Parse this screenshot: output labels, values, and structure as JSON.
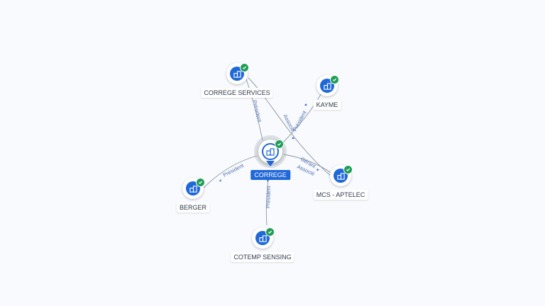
{
  "center": {
    "name": "CORREGE"
  },
  "nodes": [
    {
      "id": "correge-services",
      "name": "CORREGE SERVICES"
    },
    {
      "id": "kayme",
      "name": "KAYME"
    },
    {
      "id": "mcs-aptelec",
      "name": "MCS - APTELEC"
    },
    {
      "id": "berger",
      "name": "BERGER"
    },
    {
      "id": "cotemp-sensing",
      "name": "COTEMP SENSING"
    }
  ],
  "edges": [
    {
      "from": "correge-services",
      "label": "Président"
    },
    {
      "from": "correge-services",
      "label": "Associé"
    },
    {
      "from": "kayme",
      "label": "Président"
    },
    {
      "from": "kayme",
      "label": "Associé"
    },
    {
      "from": "mcs-aptelec",
      "label": "Gérant"
    },
    {
      "from": "berger",
      "label": "Président"
    },
    {
      "from": "cotemp-sensing",
      "label": "Président"
    }
  ],
  "icons": {
    "node": "building-icon",
    "status": "check-icon"
  },
  "colors": {
    "accent": "#1f68d8",
    "status_ok": "#1f9d55",
    "edge_label": "#4f6fb0"
  }
}
